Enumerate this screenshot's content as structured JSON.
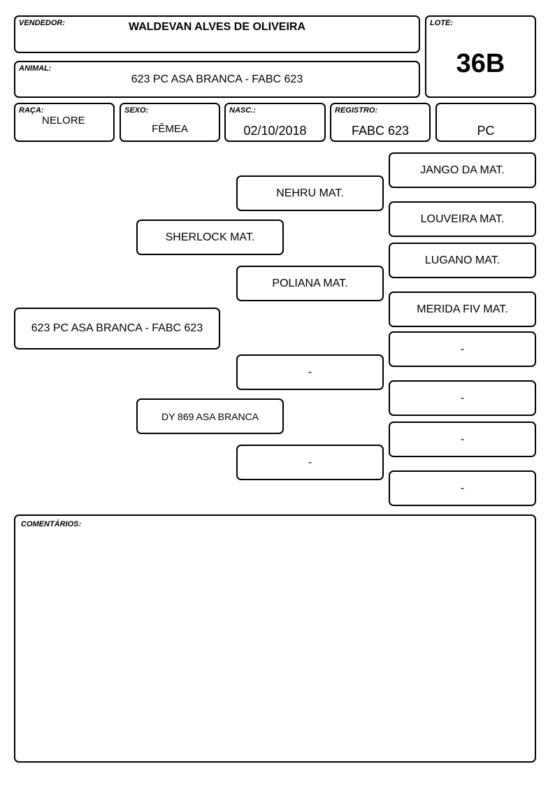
{
  "header": {
    "vendedor_label": "VENDEDOR:",
    "vendedor_value": "WALDEVAN ALVES DE OLIVEIRA",
    "lote_label": "LOTE:",
    "lote_value": "36B",
    "animal_label": "ANIMAL:",
    "animal_value": "623 PC ASA BRANCA - FABC 623"
  },
  "details": {
    "raca_label": "RAÇA:",
    "raca_value": "NELORE",
    "sexo_label": "SEXO:",
    "sexo_value": "FÊMEA",
    "nasc_label": "NASC.:",
    "nasc_value": "02/10/2018",
    "registro_label": "REGISTRO:",
    "registro_value": "FABC 623",
    "category_value": "PC"
  },
  "pedigree": {
    "animal": "623 PC ASA BRANCA - FABC 623",
    "sire": "SHERLOCK MAT.",
    "dam": "DY 869 ASA BRANCA",
    "sire_sire": "NEHRU MAT.",
    "sire_dam": "POLIANA MAT.",
    "dam_sire": "-",
    "dam_dam": "-",
    "ggp": [
      "JANGO DA MAT.",
      "LOUVEIRA MAT.",
      "LUGANO MAT.",
      "MERIDA FIV MAT.",
      "-",
      "-",
      "-",
      "-"
    ]
  },
  "comments": {
    "label": "COMENTÁRIOS:",
    "text": ""
  }
}
